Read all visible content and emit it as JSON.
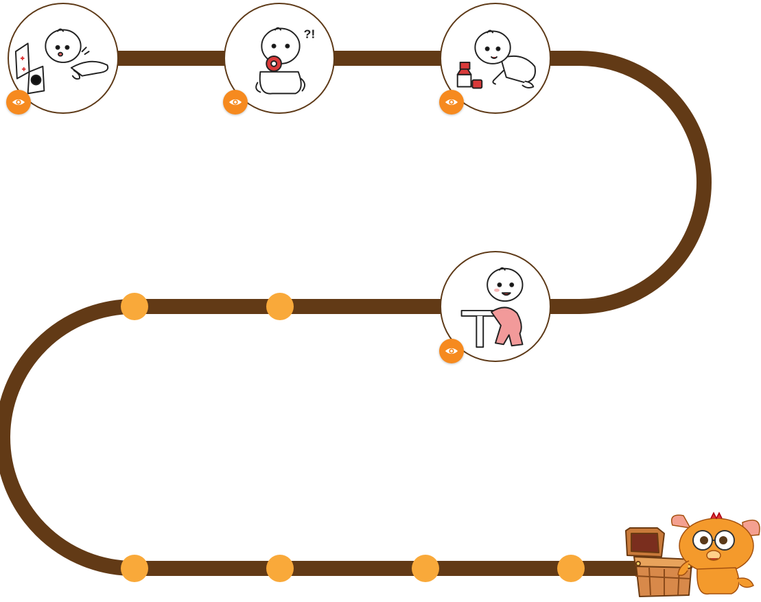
{
  "colors": {
    "path": "#623a16",
    "eye_button": "#f68a1f",
    "locked_dot": "#f9a93a",
    "circle_border": "#5e3a18"
  },
  "milestones": [
    {
      "illustration": "baby-tummy-time-with-contrast-cards",
      "button_icon": "eye-icon",
      "status": "unlocked"
    },
    {
      "illustration": "baby-sitting-with-teething-ring",
      "button_icon": "eye-icon",
      "status": "unlocked"
    },
    {
      "illustration": "baby-crawling-with-blocks",
      "button_icon": "eye-icon",
      "status": "unlocked"
    },
    {
      "illustration": "baby-standing-holding-table",
      "button_icon": "eye-icon",
      "status": "unlocked"
    }
  ],
  "locked_steps_row2": 2,
  "locked_steps_row3": 4,
  "reward": {
    "illustration": "treasure-chest-with-orange-mascot"
  }
}
